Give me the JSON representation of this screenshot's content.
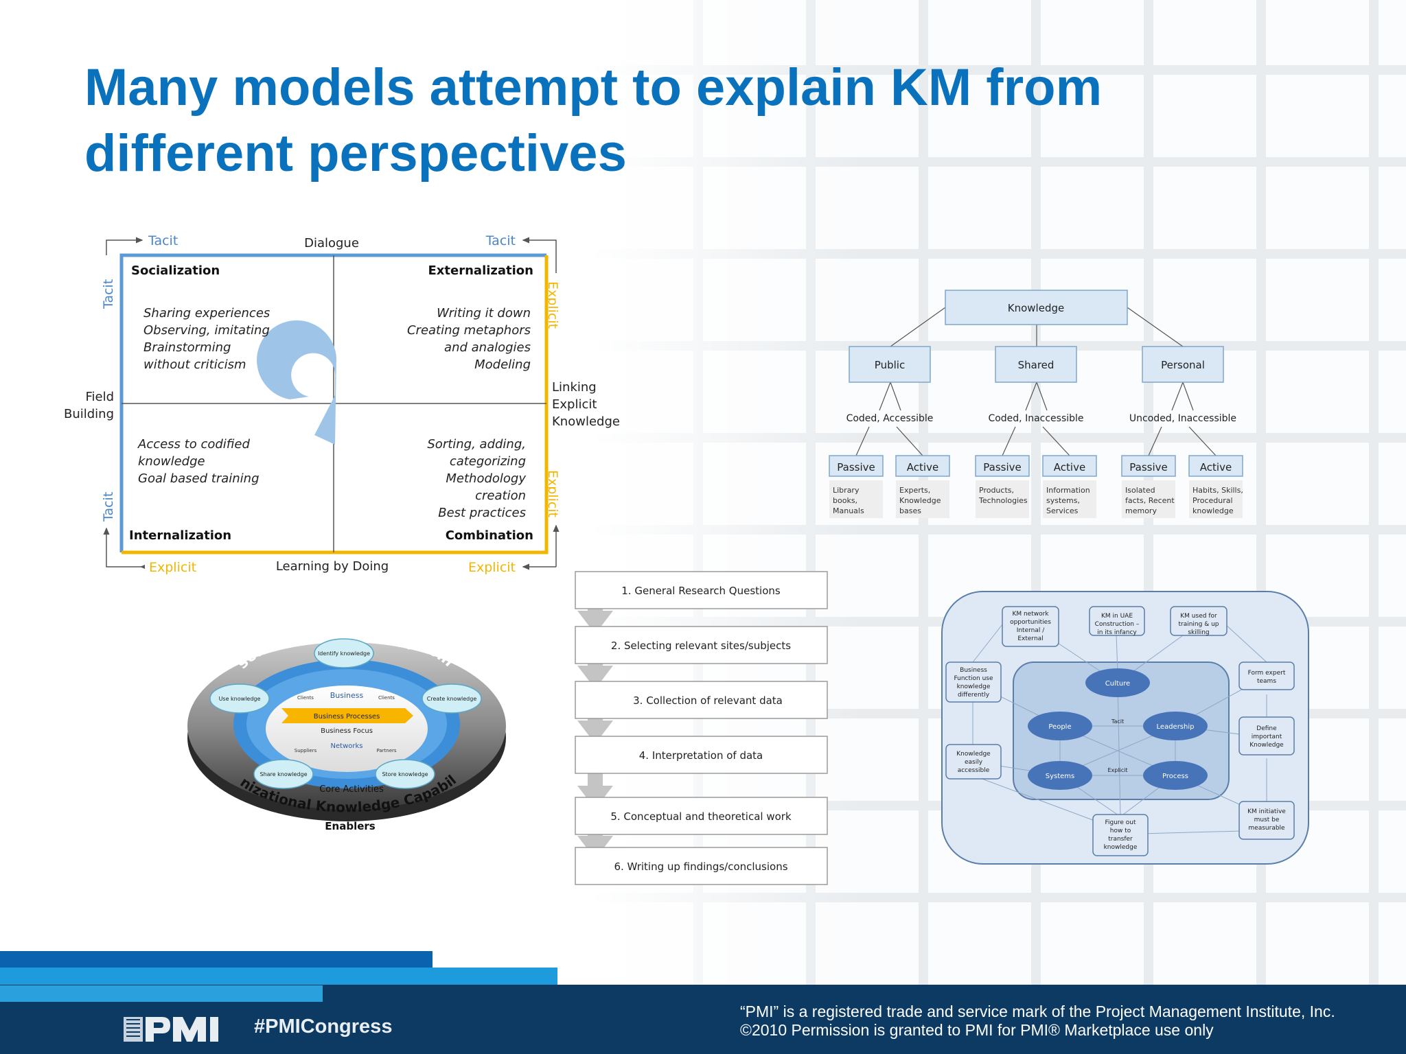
{
  "slide": {
    "title_line1": "Many models attempt to explain KM from",
    "title_line2": "different perspectives"
  },
  "seci": {
    "top_left_tacit": "Tacit",
    "top_center": "Dialogue",
    "top_right_tacit": "Tacit",
    "left_top_tacit": "Tacit",
    "left_bottom_tacit": "Tacit",
    "right_top_explicit": "Explicit",
    "right_bottom_explicit": "Explicit",
    "bottom_left_explicit": "Explicit",
    "bottom_center": "Learning by Doing",
    "bottom_right_explicit": "Explicit",
    "left_mid": [
      "Field",
      "Building"
    ],
    "right_mid": [
      "Linking",
      "Explicit",
      "Knowledge"
    ],
    "quadrants": {
      "socialization": {
        "title": "Socialization",
        "lines": [
          "Sharing experiences",
          "Observing, imitating",
          "Brainstorming",
          "without criticism"
        ]
      },
      "externalization": {
        "title": "Externalization",
        "lines": [
          "Writing it down",
          "Creating metaphors",
          "and analogies",
          "Modeling"
        ]
      },
      "internalization": {
        "title": "Internalization",
        "lines": [
          "Access to codified",
          "knowledge",
          "Goal based training"
        ]
      },
      "combination": {
        "title": "Combination",
        "lines": [
          "Sorting, adding,",
          "categorizing",
          "Methodology",
          "creation",
          "Best practices"
        ]
      }
    }
  },
  "tree": {
    "root": "Knowledge",
    "branches": [
      {
        "label": "Public",
        "sub": "Coded, Accessible",
        "leaves": [
          {
            "label": "Passive",
            "examples": [
              "Library",
              "books,",
              "Manuals"
            ]
          },
          {
            "label": "Active",
            "examples": [
              "Experts,",
              "Knowledge",
              "bases"
            ]
          }
        ]
      },
      {
        "label": "Shared",
        "sub": "Coded, Inaccessible",
        "leaves": [
          {
            "label": "Passive",
            "examples": [
              "Products,",
              "Technologies"
            ]
          },
          {
            "label": "Active",
            "examples": [
              "Information",
              "systems,",
              "Services"
            ]
          }
        ]
      },
      {
        "label": "Personal",
        "sub": "Uncoded, Inaccessible",
        "leaves": [
          {
            "label": "Passive",
            "examples": [
              "Isolated",
              "facts, Recent",
              "memory"
            ]
          },
          {
            "label": "Active",
            "examples": [
              "Habits, Skills,",
              "Procedural",
              "knowledge"
            ]
          }
        ]
      }
    ]
  },
  "steps": [
    "1. General Research Questions",
    "2. Selecting relevant sites/subjects",
    "3. Collection of relevant data",
    "4. Interpretation of data",
    "5. Conceptual and theoretical work",
    "6. Writing up findings/conclusions"
  ],
  "wheel": {
    "outer_top": "Personal Knowledge Capabilities",
    "outer_bottom": "Organizational Knowledge Capabilities",
    "enablers": "Enablers",
    "nodes": [
      "Identify knowledge",
      "Create knowledge",
      "Store knowledge",
      "Share knowledge",
      "Use knowledge"
    ],
    "center": {
      "business": "Business",
      "clients_left": "Clients",
      "clients_right": "Clients",
      "processes": "Business Processes",
      "focus": "Business Focus",
      "networks": "Networks",
      "suppliers": "Suppliers",
      "partners": "Partners",
      "core": "Core Activities"
    }
  },
  "network": {
    "top_boxes": [
      [
        "KM network",
        "opportunities",
        "Internal /",
        "External"
      ],
      [
        "KM in UAE",
        "Construction –",
        "in its infancy"
      ],
      [
        "KM used for",
        "training & up",
        "skilling"
      ]
    ],
    "left_boxes": [
      [
        "Business",
        "Function use",
        "knowledge",
        "differently"
      ],
      [
        "Knowledge",
        "easily",
        "accessible"
      ]
    ],
    "right_boxes": [
      [
        "Form expert",
        "teams"
      ],
      [
        "Define",
        "important",
        "Knowledge"
      ],
      [
        "KM initiative",
        "must be",
        "measurable"
      ]
    ],
    "bottom_box": [
      "Figure out",
      "how to",
      "transfer",
      "knowledge"
    ],
    "ellipses": [
      "Culture",
      "People",
      "Leadership",
      "Systems",
      "Process"
    ],
    "inner_labels": [
      "Tacit",
      "Explicit"
    ]
  },
  "footer": {
    "logo_text": "PMI",
    "hashtag": "#PMICongress",
    "notice_line1": "“PMI” is a registered trade and service mark of the Project Management Institute, Inc.",
    "notice_line2": "©2010 Permission is granted to PMI for PMI® Marketplace use only"
  },
  "colors": {
    "title": "#0a72bc",
    "tacit_blue": "#4a86c8",
    "explicit_yellow": "#f2b600",
    "footer_navy": "#0d3a63",
    "stripe_blue": "#0b63b0",
    "stripe_light": "#1e9bdc"
  }
}
